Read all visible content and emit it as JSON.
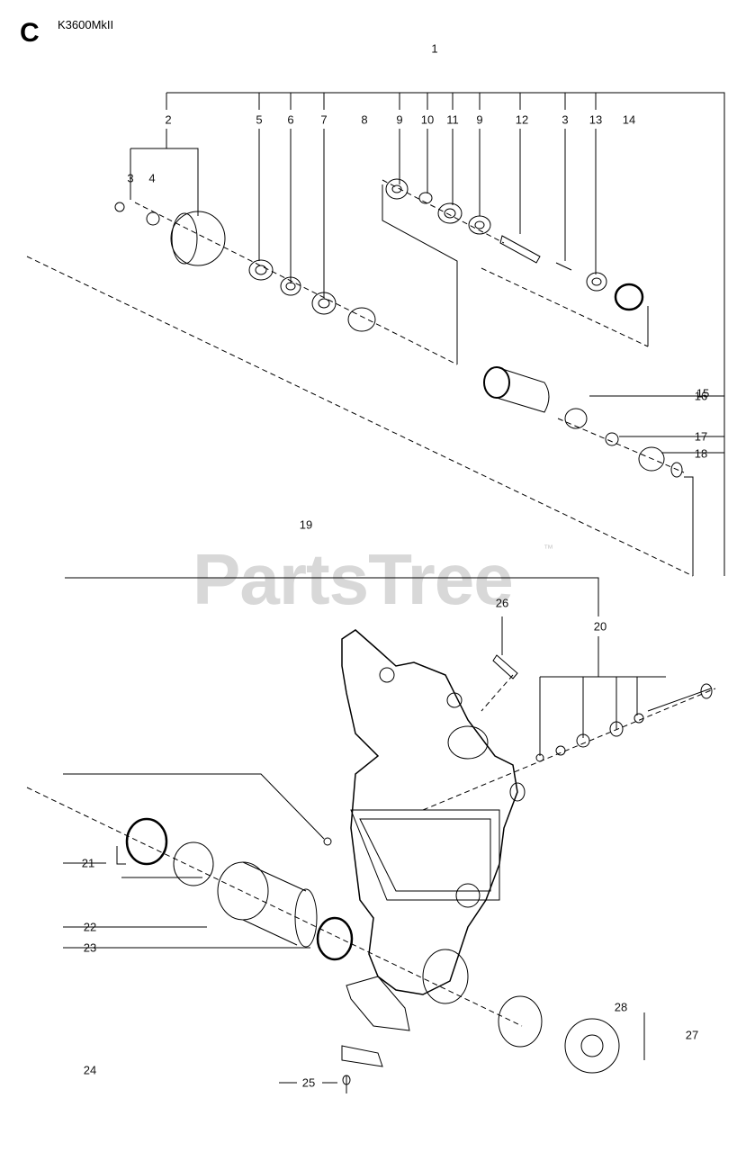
{
  "header": {
    "section": "C",
    "model": "K3600MkII"
  },
  "watermark": {
    "text": "PartsTree",
    "tm": "™"
  },
  "labels": [
    {
      "id": "1",
      "text": "1"
    },
    {
      "id": "2",
      "text": "2"
    },
    {
      "id": "3a",
      "text": "3"
    },
    {
      "id": "4",
      "text": "4"
    },
    {
      "id": "5",
      "text": "5"
    },
    {
      "id": "6",
      "text": "6"
    },
    {
      "id": "7",
      "text": "7"
    },
    {
      "id": "8",
      "text": "8"
    },
    {
      "id": "9a",
      "text": "9"
    },
    {
      "id": "10",
      "text": "10"
    },
    {
      "id": "11",
      "text": "11"
    },
    {
      "id": "9b",
      "text": "9"
    },
    {
      "id": "12",
      "text": "12"
    },
    {
      "id": "3b",
      "text": "3"
    },
    {
      "id": "13",
      "text": "13"
    },
    {
      "id": "14",
      "text": "14"
    },
    {
      "id": "15",
      "text": "15"
    },
    {
      "id": "16",
      "text": "16"
    },
    {
      "id": "17",
      "text": "17"
    },
    {
      "id": "18",
      "text": "18"
    },
    {
      "id": "19",
      "text": "19"
    },
    {
      "id": "20",
      "text": "20"
    },
    {
      "id": "21",
      "text": "21"
    },
    {
      "id": "22",
      "text": "22"
    },
    {
      "id": "23",
      "text": "23"
    },
    {
      "id": "24",
      "text": "24"
    },
    {
      "id": "25",
      "text": "25"
    },
    {
      "id": "26",
      "text": "26"
    },
    {
      "id": "27",
      "text": "27"
    },
    {
      "id": "28",
      "text": "28"
    }
  ],
  "colors": {
    "line": "#000000",
    "watermark": "#d8d8d8",
    "background": "#ffffff"
  }
}
